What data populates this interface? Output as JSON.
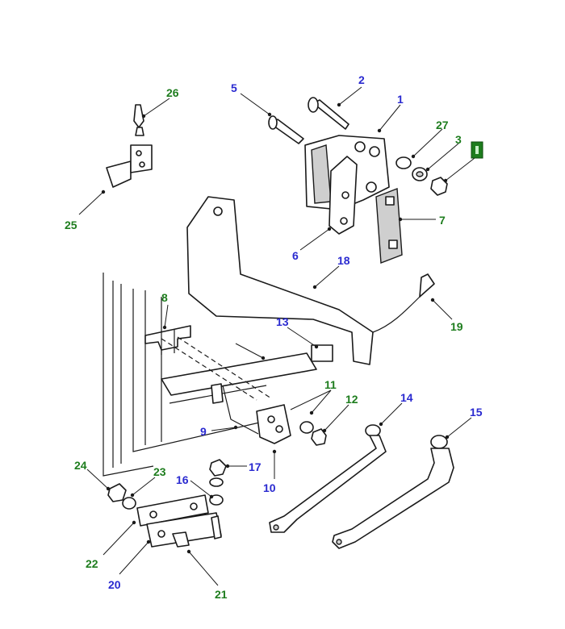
{
  "colors": {
    "blue_label": "#2a2ad0",
    "green_label": "#1e7d1e",
    "line": "#1a1a1a"
  },
  "callouts": {
    "c1": "1",
    "c2": "2",
    "c3": "3",
    "c5": "5",
    "c6": "6",
    "c7": "7",
    "c8": "8",
    "c9": "9",
    "c10": "10",
    "c11": "11",
    "c12": "12",
    "c13": "13",
    "c14": "14",
    "c15": "15",
    "c16": "16",
    "c17": "17",
    "c18": "18",
    "c19": "19",
    "c20": "20",
    "c21": "21",
    "c22": "22",
    "c23": "23",
    "c24": "24",
    "c25": "25",
    "c26": "26",
    "c27": "27"
  },
  "marker_icon": "green-badge-icon"
}
